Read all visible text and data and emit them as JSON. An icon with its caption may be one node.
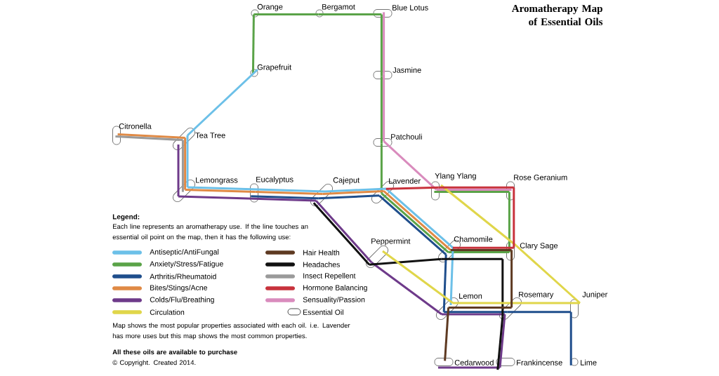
{
  "diagram": {
    "title": "Aromatherapy Map of Essential Oils",
    "nodes": [
      {
        "text": [
          "Orange"
        ]
      },
      {
        "text": [
          "Bergamot"
        ]
      },
      {
        "text": [
          "Blue Lotus"
        ]
      },
      {
        "text": [
          "Grapefruit"
        ]
      },
      {
        "text": [
          "Jasmine"
        ]
      },
      {
        "text": [
          "Citronella"
        ]
      },
      {
        "text": [
          "Tea Tree"
        ]
      },
      {
        "text": [
          "Patchouli"
        ]
      },
      {
        "text": [
          "Lemongrass"
        ]
      },
      {
        "text": [
          "Eucalyptus"
        ]
      },
      {
        "text": [
          "Cajeput"
        ]
      },
      {
        "text": [
          "Lavender"
        ]
      },
      {
        "text": [
          "Ylang Ylang"
        ]
      },
      {
        "text": [
          "Rose Geranium"
        ]
      },
      {
        "text": [
          "Peppermint"
        ]
      },
      {
        "text": [
          "Chamomile"
        ]
      },
      {
        "text": [
          "Clary Sage"
        ]
      },
      {
        "text": [
          "Lemon"
        ]
      },
      {
        "text": [
          "Rosemary"
        ]
      },
      {
        "text": [
          "Juniper"
        ]
      },
      {
        "text": [
          "Cedarwood"
        ]
      },
      {
        "text": [
          "Frankincense"
        ]
      },
      {
        "text": [
          "Lime"
        ]
      }
    ],
    "edges": [
      {
        "from": 3,
        "to": 0,
        "arrow": "none",
        "color": "#5aa348"
      },
      {
        "from": 0,
        "to": 1,
        "arrow": "none",
        "color": "#5aa348"
      },
      {
        "from": 1,
        "to": 2,
        "arrow": "none",
        "color": "#5aa348"
      },
      {
        "from": 2,
        "to": 4,
        "arrow": "none",
        "color": "#5aa348"
      },
      {
        "from": 4,
        "to": 7,
        "arrow": "none",
        "color": "#5aa348"
      },
      {
        "from": 7,
        "to": 11,
        "arrow": "none",
        "color": "#5aa348"
      },
      {
        "from": 11,
        "to": 15,
        "arrow": "none",
        "color": "#5aa348"
      },
      {
        "from": 15,
        "to": 16,
        "arrow": "none",
        "color": "#5aa348"
      },
      {
        "from": 16,
        "to": 13,
        "arrow": "none",
        "color": "#5aa348"
      },
      {
        "from": 13,
        "to": 12,
        "arrow": "none",
        "color": "#5aa348"
      },
      {
        "from": 2,
        "to": 4,
        "arrow": "none",
        "color": "#d98bbd"
      },
      {
        "from": 4,
        "to": 7,
        "arrow": "none",
        "color": "#d98bbd"
      },
      {
        "from": 7,
        "to": 12,
        "arrow": "none",
        "color": "#d98bbd"
      },
      {
        "from": 12,
        "to": 13,
        "arrow": "none",
        "color": "#d98bbd"
      },
      {
        "from": 3,
        "to": 6,
        "arrow": "none",
        "color": "#6cc0e8"
      },
      {
        "from": 6,
        "to": 8,
        "arrow": "none",
        "color": "#6cc0e8"
      },
      {
        "from": 8,
        "to": 9,
        "arrow": "none",
        "color": "#6cc0e8"
      },
      {
        "from": 9,
        "to": 10,
        "arrow": "none",
        "color": "#6cc0e8"
      },
      {
        "from": 10,
        "to": 11,
        "arrow": "none",
        "color": "#6cc0e8"
      },
      {
        "from": 11,
        "to": 15,
        "arrow": "none",
        "color": "#6cc0e8"
      },
      {
        "from": 15,
        "to": 17,
        "arrow": "none",
        "color": "#6cc0e8"
      },
      {
        "from": 5,
        "to": 6,
        "arrow": "none",
        "color": "#e08a45"
      },
      {
        "from": 6,
        "to": 8,
        "arrow": "none",
        "color": "#e08a45"
      },
      {
        "from": 8,
        "to": 9,
        "arrow": "none",
        "color": "#e08a45"
      },
      {
        "from": 9,
        "to": 10,
        "arrow": "none",
        "color": "#e08a45"
      },
      {
        "from": 10,
        "to": 11,
        "arrow": "none",
        "color": "#e08a45"
      },
      {
        "from": 11,
        "to": 15,
        "arrow": "none",
        "color": "#e08a45"
      },
      {
        "from": 5,
        "to": 6,
        "arrow": "none",
        "color": "#9a9a9a"
      },
      {
        "from": 6,
        "to": 8,
        "arrow": "none",
        "color": "#9a9a9a"
      },
      {
        "from": 6,
        "to": 8,
        "arrow": "none",
        "color": "#6e3a8a"
      },
      {
        "from": 8,
        "to": 9,
        "arrow": "none",
        "color": "#6e3a8a"
      },
      {
        "from": 9,
        "to": 10,
        "arrow": "none",
        "color": "#6e3a8a"
      },
      {
        "from": 10,
        "to": 14,
        "arrow": "none",
        "color": "#6e3a8a"
      },
      {
        "from": 14,
        "to": 17,
        "arrow": "none",
        "color": "#6e3a8a"
      },
      {
        "from": 17,
        "to": 18,
        "arrow": "none",
        "color": "#6e3a8a"
      },
      {
        "from": 18,
        "to": 21,
        "arrow": "none",
        "color": "#6e3a8a"
      },
      {
        "from": 21,
        "to": 20,
        "arrow": "none",
        "color": "#6e3a8a"
      },
      {
        "from": 9,
        "to": 10,
        "arrow": "none",
        "color": "#1f4e8c"
      },
      {
        "from": 10,
        "to": 11,
        "arrow": "none",
        "color": "#1f4e8c"
      },
      {
        "from": 11,
        "to": 15,
        "arrow": "none",
        "color": "#1f4e8c"
      },
      {
        "from": 15,
        "to": 17,
        "arrow": "none",
        "color": "#1f4e8c"
      },
      {
        "from": 17,
        "to": 18,
        "arrow": "none",
        "color": "#1f4e8c"
      },
      {
        "from": 18,
        "to": 19,
        "arrow": "none",
        "color": "#1f4e8c"
      },
      {
        "from": 19,
        "to": 22,
        "arrow": "none",
        "color": "#1f4e8c"
      },
      {
        "from": 10,
        "to": 14,
        "arrow": "none",
        "color": "#111111"
      },
      {
        "from": 14,
        "to": 15,
        "arrow": "none",
        "color": "#111111"
      },
      {
        "from": 15,
        "to": 16,
        "arrow": "none",
        "color": "#111111"
      },
      {
        "from": 16,
        "to": 18,
        "arrow": "none",
        "color": "#111111"
      },
      {
        "from": 18,
        "to": 21,
        "arrow": "none",
        "color": "#111111"
      },
      {
        "from": 12,
        "to": 16,
        "arrow": "none",
        "color": "#e0d64a"
      },
      {
        "from": 16,
        "to": 19,
        "arrow": "none",
        "color": "#e0d64a"
      },
      {
        "from": 19,
        "to": 18,
        "arrow": "none",
        "color": "#e0d64a"
      },
      {
        "from": 18,
        "to": 17,
        "arrow": "none",
        "color": "#e0d64a"
      },
      {
        "from": 17,
        "to": 14,
        "arrow": "none",
        "color": "#e0d64a"
      },
      {
        "from": 11,
        "to": 12,
        "arrow": "none",
        "color": "#c8323c"
      },
      {
        "from": 12,
        "to": 13,
        "arrow": "none",
        "color": "#c8323c"
      },
      {
        "from": 13,
        "to": 16,
        "arrow": "none",
        "color": "#c8323c"
      },
      {
        "from": 16,
        "to": 15,
        "arrow": "none",
        "color": "#c8323c"
      },
      {
        "from": 15,
        "to": 16,
        "arrow": "none",
        "color": "#5e3a22"
      },
      {
        "from": 16,
        "to": 18,
        "arrow": "none",
        "color": "#5e3a22"
      },
      {
        "from": 18,
        "to": 17,
        "arrow": "none",
        "color": "#5e3a22"
      },
      {
        "from": 17,
        "to": 20,
        "arrow": "none",
        "color": "#5e3a22"
      }
    ],
    "labels": [
      "Legend:",
      "Each line represents an aromatherapy use. If the line touches an essential oil point on the map,  then it has the following use:",
      "Map shows the most popular properties associated with each oil. i.e. Lavender has more uses but this map shows the most common properties.",
      "All these oils are available to purchase",
      "© Copyright. Created 2014."
    ],
    "legend": [
      {
        "text": "Antiseptic/AntiFungal",
        "color": "#6cc0e8"
      },
      {
        "text": "Anxiety/Stress/Fatigue",
        "color": "#5aa348"
      },
      {
        "text": "Arthritis/Rheumatoid",
        "color": "#1f4e8c"
      },
      {
        "text": "Bites/Stings/Acne",
        "color": "#e08a45"
      },
      {
        "text": "Colds/Flu/Breathing",
        "color": "#6e3a8a"
      },
      {
        "text": "Circulation",
        "color": "#e0d64a"
      },
      {
        "text": "Hair Health",
        "color": "#5e3a22"
      },
      {
        "text": "Headaches",
        "color": "#111111"
      },
      {
        "text": "Insect Repellent",
        "color": "#9a9a9a"
      },
      {
        "text": "Hormone Balancing",
        "color": "#c8323c"
      },
      {
        "text": "Sensuality/Passion",
        "color": "#d98bbd"
      },
      {
        "text": "Essential Oil"
      }
    ]
  }
}
